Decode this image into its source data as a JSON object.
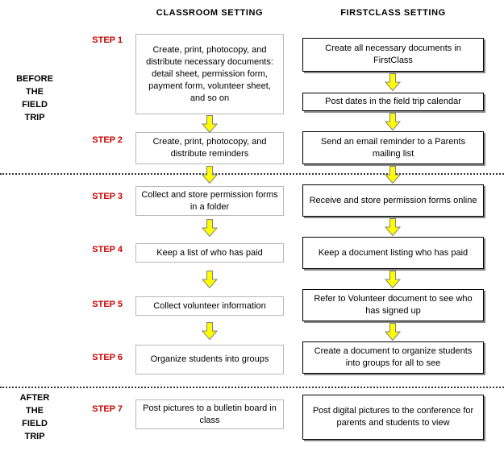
{
  "headers": {
    "classroom": "CLASSROOM SETTING",
    "firstclass": "FIRSTCLASS SETTING"
  },
  "phases": {
    "before": "BEFORE\nTHE\nFIELD\nTRIP",
    "after": "AFTER\nTHE\nFIELD\nTRIP"
  },
  "steps": [
    {
      "label": "STEP 1",
      "classroom": "Create, print, photocopy, and distribute necessary documents: detail sheet, permission form, payment form, volunteer sheet, and so on",
      "firstclass": "Create all necessary documents in FirstClass",
      "firstclass_extra": "Post dates in the field trip calendar"
    },
    {
      "label": "STEP 2",
      "classroom": "Create, print, photocopy, and distribute reminders",
      "firstclass": "Send an email reminder to a Parents mailing list"
    },
    {
      "label": "STEP 3",
      "classroom": "Collect and store permission forms in a folder",
      "firstclass": "Receive and store permission forms online"
    },
    {
      "label": "STEP 4",
      "classroom": "Keep a list of who has paid",
      "firstclass": "Keep a document listing who has paid"
    },
    {
      "label": "STEP 5",
      "classroom": "Collect volunteer information",
      "firstclass": "Refer to Volunteer document to see who has signed up"
    },
    {
      "label": "STEP 6",
      "classroom": "Organize students into groups",
      "firstclass": "Create a document to organize students into groups for all to see"
    },
    {
      "label": "STEP 7",
      "classroom": "Post pictures to a bulletin board in class",
      "firstclass": "Post digital pictures to the conference for parents and students to view"
    }
  ],
  "colors": {
    "step_label": "#cc0000",
    "arrow_fill": "#ffff00",
    "arrow_stroke": "#808080",
    "classroom_box_border": "#b8b8b8",
    "firstclass_box_border": "#000000"
  }
}
